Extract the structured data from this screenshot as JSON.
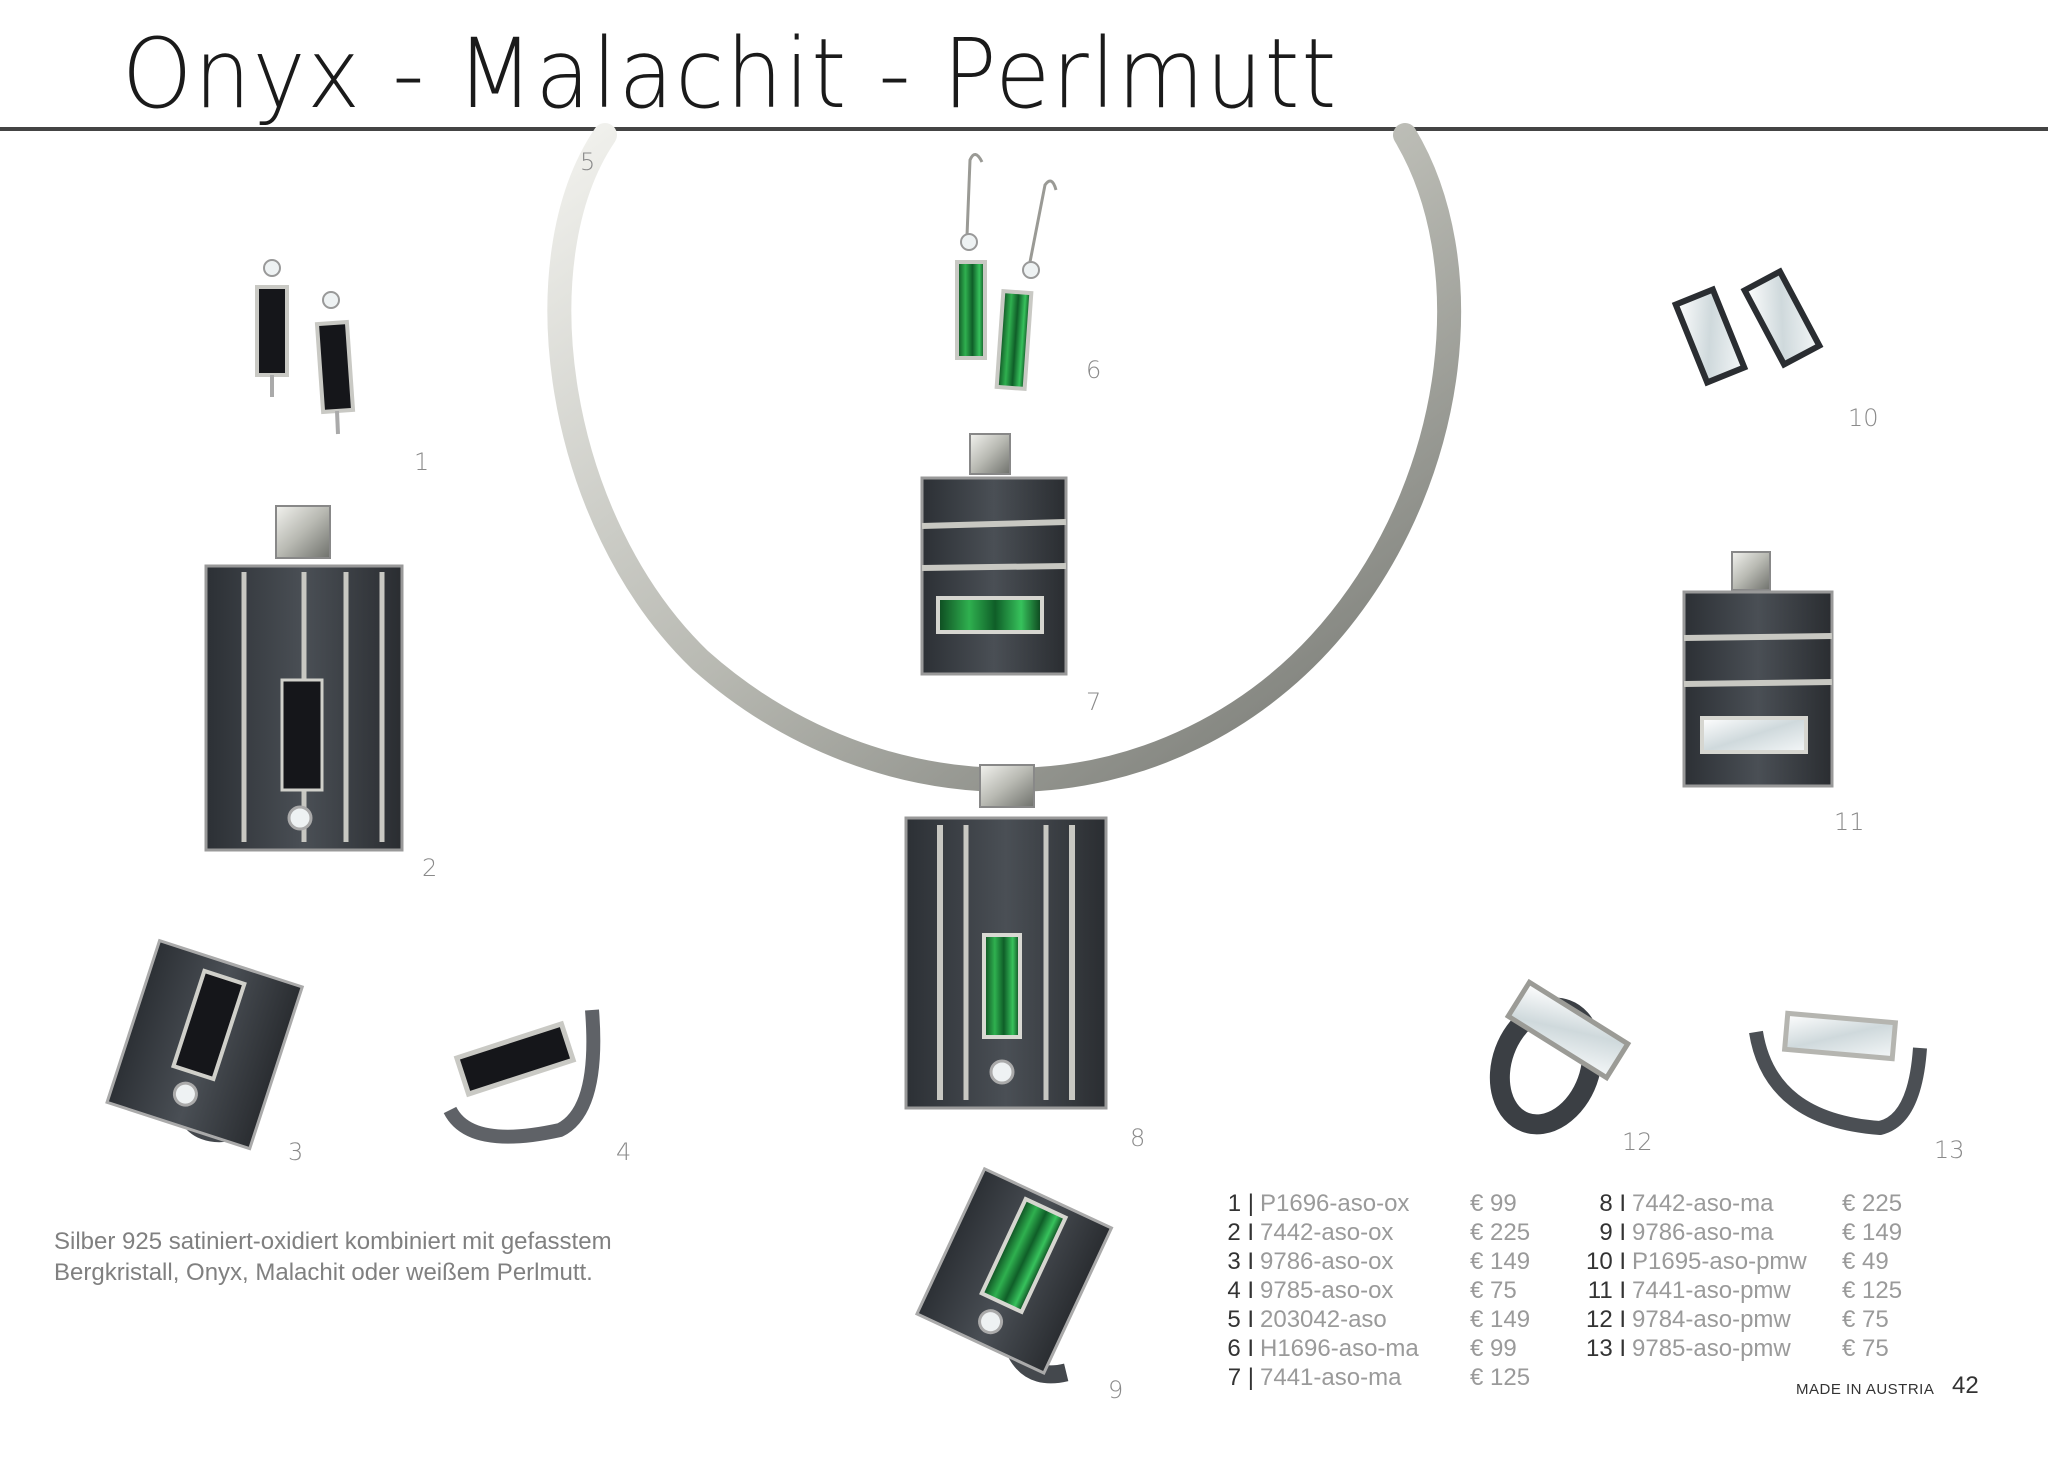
{
  "title": "Onyx - Malachit - Perlmutt",
  "item_numbers": [
    "1",
    "2",
    "3",
    "4",
    "5",
    "6",
    "7",
    "8",
    "9",
    "10",
    "11",
    "12",
    "13"
  ],
  "description_lines": [
    "Silber 925 satiniert-oxidiert kombiniert mit gefasstem",
    "Bergkristall, Onyx, Malachit oder weißem Perlmutt."
  ],
  "price_list": {
    "left": [
      {
        "idx": "1 |",
        "code": "P1696-aso-ox",
        "price": "€ 99"
      },
      {
        "idx": "2 I",
        "code": "7442-aso-ox",
        "price": "€ 225"
      },
      {
        "idx": "3 I",
        "code": "9786-aso-ox",
        "price": "€ 149"
      },
      {
        "idx": "4 I",
        "code": "9785-aso-ox",
        "price": "€ 75"
      },
      {
        "idx": "5 I",
        "code": "203042-aso",
        "price": "€ 149"
      },
      {
        "idx": "6 I",
        "code": "H1696-aso-ma",
        "price": "€ 99"
      },
      {
        "idx": "7 |",
        "code": "7441-aso-ma",
        "price": "€ 125"
      }
    ],
    "right": [
      {
        "idx": "8 I",
        "code": "7442-aso-ma",
        "price": "€ 225"
      },
      {
        "idx": "9 I",
        "code": "9786-aso-ma",
        "price": "€ 149"
      },
      {
        "idx": "10 I",
        "code": "P1695-aso-pmw",
        "price": "€ 49"
      },
      {
        "idx": "11 I",
        "code": "7441-aso-pmw",
        "price": "€ 125"
      },
      {
        "idx": "12 I",
        "code": "9784-aso-pmw",
        "price": "€ 75"
      },
      {
        "idx": "13 I",
        "code": "9785-aso-pmw",
        "price": "€ 75"
      }
    ]
  },
  "footer": {
    "made_in": "MADE IN AUSTRIA",
    "page_number": "42"
  },
  "colors": {
    "silver": "#c9c9c4",
    "oxidized": "#3b3f44",
    "onyx": "#15161a",
    "malachite": "#1f8a3c",
    "pearl": "#e6ecee"
  }
}
